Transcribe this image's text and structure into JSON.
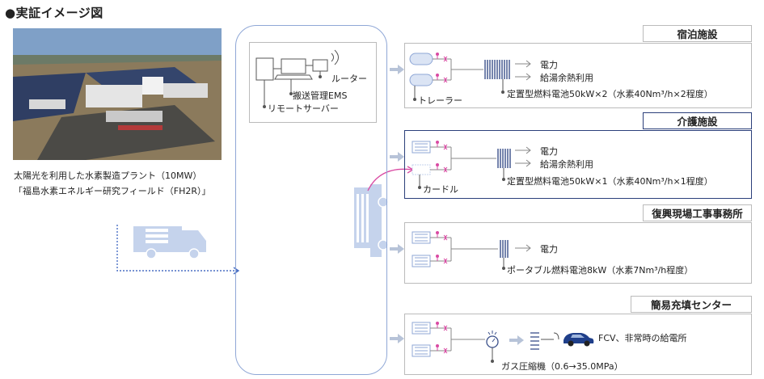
{
  "title": "●実証イメージ図",
  "plant": {
    "caption_line1": "太陽光を利用した水素製造プラント（10MW）",
    "caption_line2": "「福島水素エネルギー研究フィールド（FH2R）」"
  },
  "ems": {
    "router_label": "ルーター",
    "ems_label": "搬送管理EMS",
    "server_label": "リモートサーバー"
  },
  "sections": [
    {
      "name": "宿泊施設",
      "outputs": [
        "電力",
        "給湯余熱利用"
      ],
      "storage_label": "トレーラー",
      "fuel_cell": "定置型燃料電池50kW×2（水素40Nm³/h×2程度）",
      "active": false
    },
    {
      "name": "介護施設",
      "outputs": [
        "電力",
        "給湯余熱利用"
      ],
      "storage_label": "カードル",
      "fuel_cell": "定置型燃料電池50kW×1（水素40Nm³/h×1程度）",
      "active": true
    },
    {
      "name": "復興現場工事事務所",
      "outputs": [
        "電力"
      ],
      "fuel_cell": "ポータブル燃料電池8kW（水素7Nm³/h程度）",
      "active": false
    },
    {
      "name": "簡易充填センター",
      "outputs": [
        "FCV、非常時の給電所"
      ],
      "compressor": "ガス圧縮機（0.6→35.0MPa）",
      "active": false
    }
  ],
  "colors": {
    "accent_blue": "#8fa7d6",
    "active_border": "#2b3f7a",
    "valve_pink": "#d94aa3",
    "truck_blue": "#c5d3ec"
  }
}
